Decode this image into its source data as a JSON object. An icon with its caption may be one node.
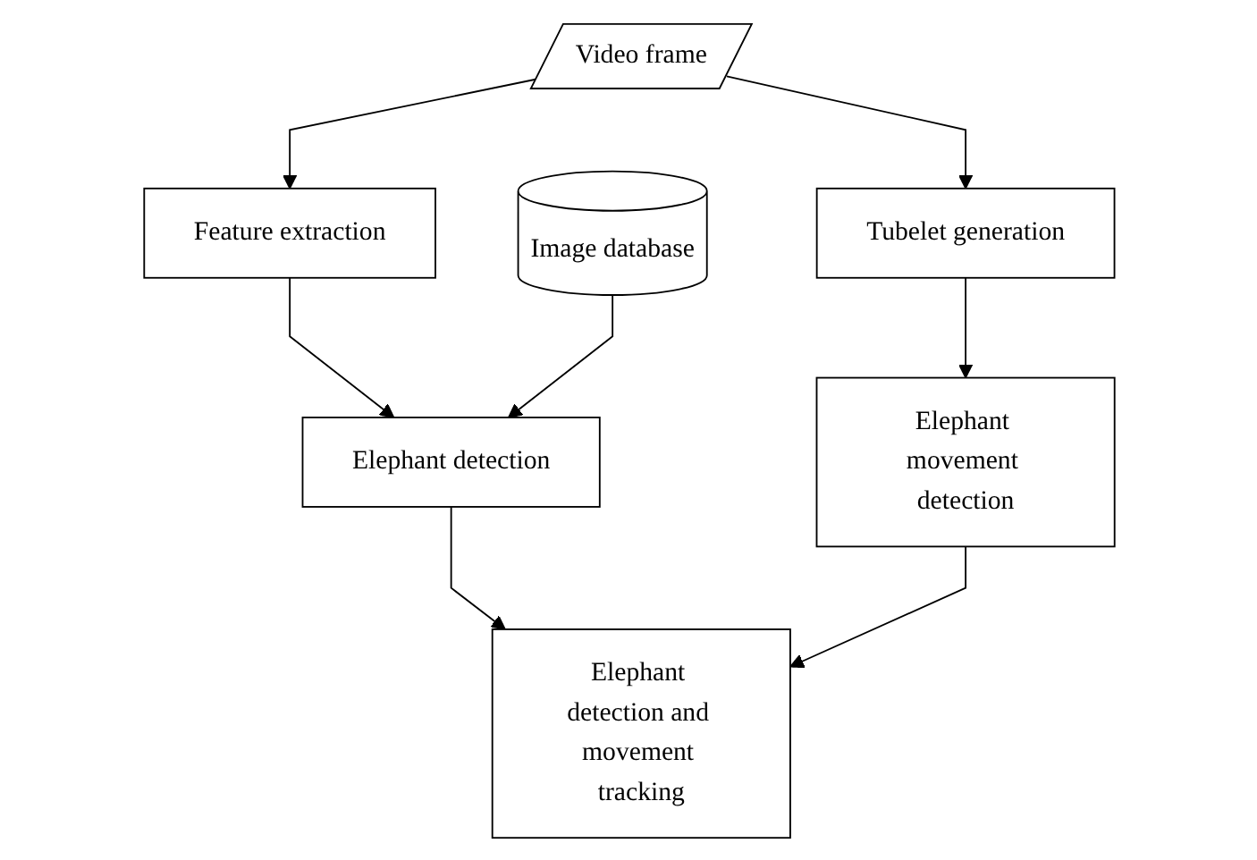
{
  "diagram": {
    "nodes": [
      {
        "text": [
          "Video frame"
        ]
      },
      {
        "text": [
          "Feature extraction"
        ]
      },
      {
        "text": [
          "Tubelet generation"
        ]
      },
      {
        "text": [
          "Elephant detection"
        ]
      },
      {
        "text": [
          "Image database"
        ]
      },
      {
        "text": [
          "Elephant movement detection"
        ]
      },
      {
        "text": [
          "Elephant detection and movement tracking"
        ]
      }
    ],
    "edges": [
      {
        "from": 0,
        "to": 1,
        "arrow": "to"
      },
      {
        "from": 0,
        "to": 2,
        "arrow": "to"
      },
      {
        "from": 1,
        "to": 3,
        "arrow": "to"
      },
      {
        "from": 4,
        "to": 3,
        "arrow": "to"
      },
      {
        "from": 2,
        "to": 5,
        "arrow": "to"
      },
      {
        "from": 3,
        "to": 6,
        "arrow": "to"
      },
      {
        "from": 5,
        "to": 6,
        "arrow": "to"
      }
    ]
  }
}
